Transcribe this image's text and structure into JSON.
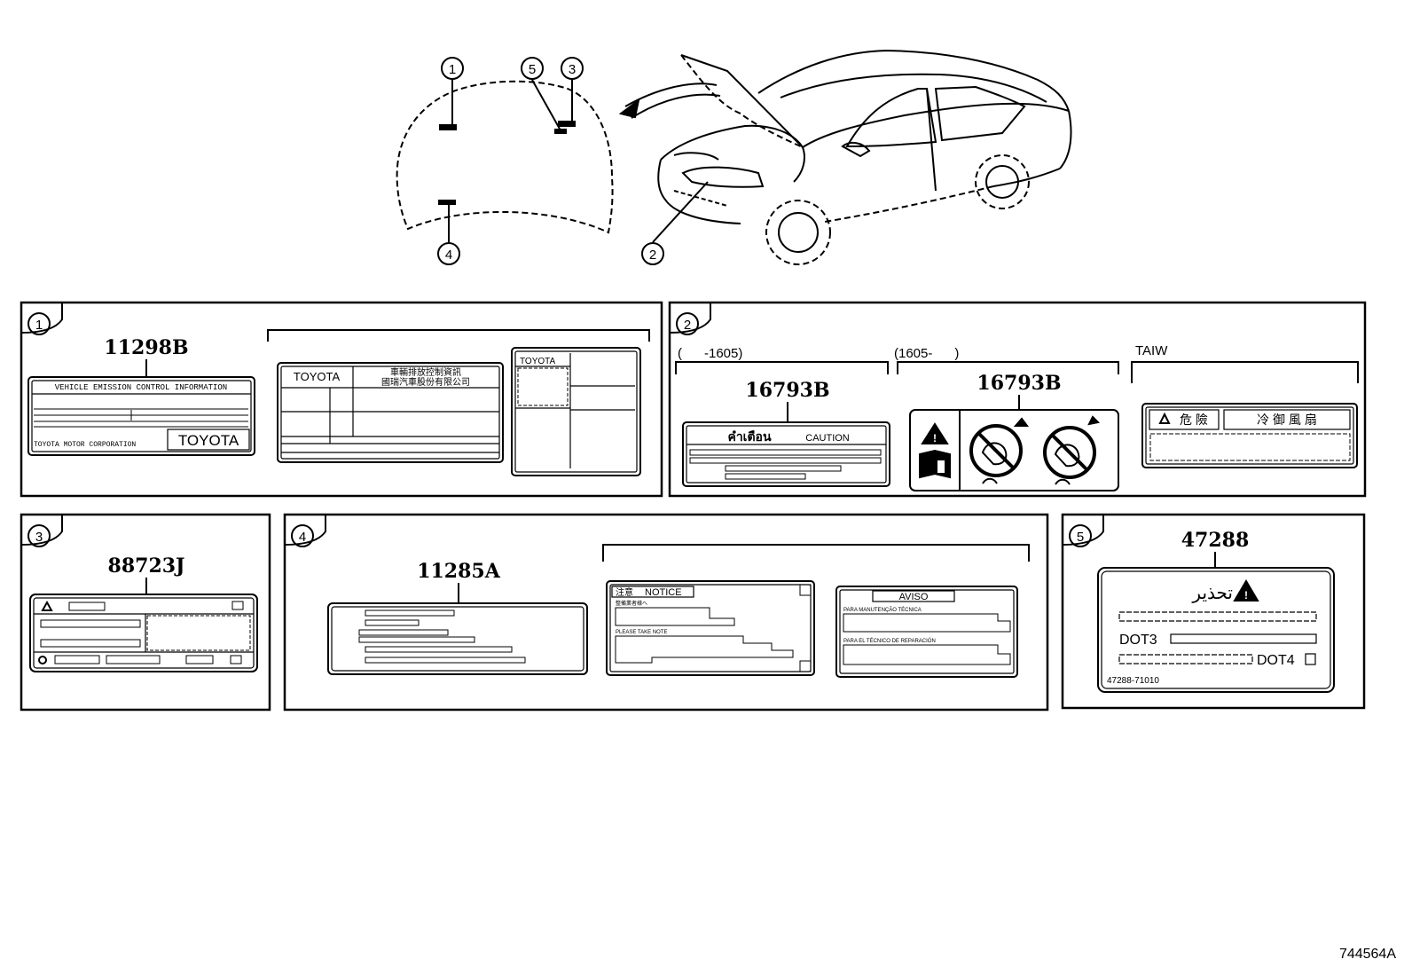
{
  "callouts": [
    "1",
    "2",
    "3",
    "4",
    "5"
  ],
  "panels": {
    "p1": {
      "index": "1",
      "part_number": "11298B",
      "emission_label": {
        "title": "VEHICLE EMISSION CONTROL INFORMATION",
        "maker": "TOYOTA MOTOR CORPORATION",
        "brand": "TOYOTA"
      },
      "cn_label": {
        "brand": "TOYOTA",
        "line1": "車輛排放控制資訊",
        "line2": "國瑞汽車股份有限公司"
      },
      "tw_label": {
        "brand": "TOYOTA"
      }
    },
    "p2": {
      "index": "2",
      "range_a": "(      -1605)",
      "range_b": "(1605-      )",
      "region": "TAIW",
      "part_number_a": "16793B",
      "part_number_b": "16793B",
      "caution_label": {
        "thai": "คำเตือน",
        "en": "CAUTION"
      },
      "taiw_label": {
        "text1": "危 險",
        "text2": "冷 御 風 扇"
      }
    },
    "p3": {
      "index": "3",
      "part_number": "88723J"
    },
    "p4": {
      "index": "4",
      "part_number": "11285A",
      "notice_label": {
        "title": "NOTICE",
        "sub1": "整備業者様へ",
        "sub2": "PLEASE TAKE NOTE"
      },
      "aviso_label": {
        "title": "AVISO",
        "line1": "PARA MANUTENÇÃO TÉCNICA",
        "line2": "PARA EL TÉCNICO DE REPARACIÓN"
      }
    },
    "p5": {
      "index": "5",
      "part_number": "47288",
      "label": {
        "warning": "تحذير",
        "dot3": "DOT3",
        "dot4": "DOT4",
        "code": "47288-71010"
      }
    }
  },
  "diagram_ref": "744564A"
}
